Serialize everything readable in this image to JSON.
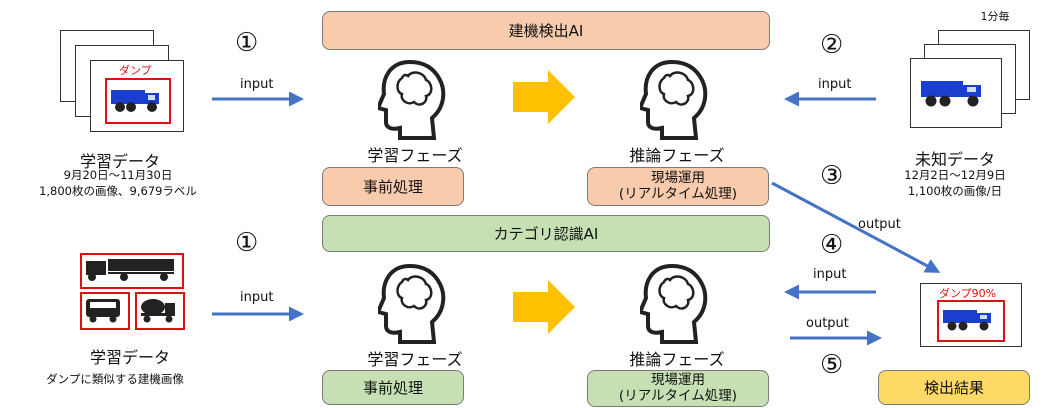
{
  "top_ai": {
    "title": "建機検出AI"
  },
  "bottom_ai": {
    "title": "カテゴリ認識AI"
  },
  "learning_top": {
    "title": "学習データ",
    "tag": "ダンプ",
    "period": "9月20日～11月30日",
    "count": "1,800枚の画像、9,679ラベル"
  },
  "learning_bottom": {
    "title": "学習データ",
    "desc": "ダンプに類似する建機画像"
  },
  "unknown": {
    "title": "未知データ",
    "interval": "1分毎",
    "period": "12月2日～12月9日",
    "count": "1,100枚の画像/日"
  },
  "phases": {
    "learning": "学習フェーズ",
    "inference": "推論フェーズ",
    "preprocess": "事前処理",
    "ops_line1": "現場運用",
    "ops_line2": "(リアルタイム処理)"
  },
  "steps": {
    "s1": "①",
    "s2": "②",
    "s3": "③",
    "s4": "④",
    "s5": "⑤"
  },
  "arrows": {
    "input": "input",
    "output": "output"
  },
  "result": {
    "tag": "ダンプ90%",
    "label": "検出結果"
  },
  "colors": {
    "orange": "#f8cbad",
    "green": "#c6e0b4",
    "yellow": "#ffd966",
    "arrow": "#4472c4",
    "chevron": "#ffc000",
    "red": "#e01010",
    "truck": "#1a3fcf"
  }
}
